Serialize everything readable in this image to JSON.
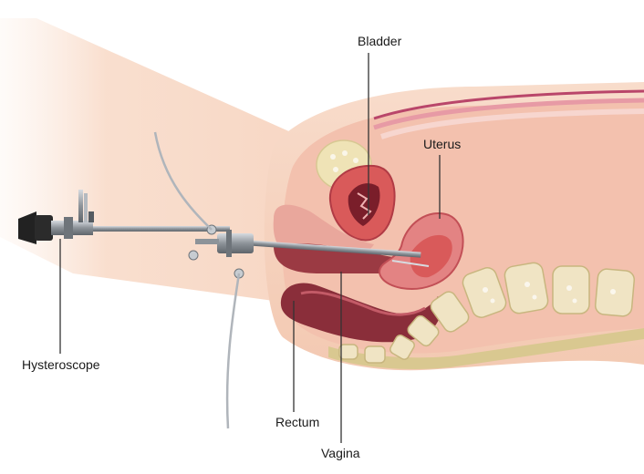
{
  "labels": {
    "bladder": "Bladder",
    "uterus": "Uterus",
    "hysteroscope": "Hysteroscope",
    "rectum": "Rectum",
    "vagina": "Vagina"
  },
  "colors": {
    "skin": "#f8d9c6",
    "skin_dark": "#f0c4aa",
    "pelvis_inner": "#f3c1ae",
    "bladder_fill": "#efe3b6",
    "uterus_fill": "#d95a5a",
    "uterus_muscle": "#e38383",
    "vagina_canal": "#9b3a43",
    "rectum_fill": "#8a2e3a",
    "spine_bone": "#f0e4c4",
    "scope_metal": "#9aa0a6",
    "scope_dark": "#222222",
    "leader_line": "#333333"
  },
  "icons": {
    "hysteroscope": "hysteroscope-instrument-icon",
    "spine": "vertebrae-icon"
  }
}
